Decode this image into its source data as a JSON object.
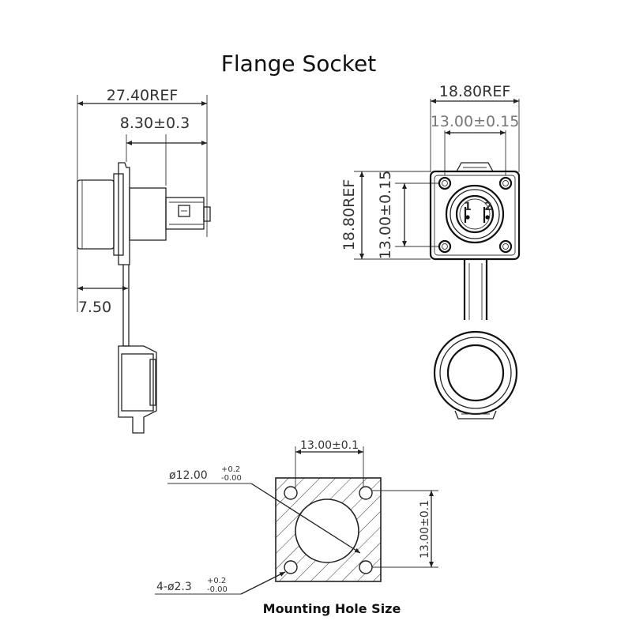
{
  "title": "Flange Socket",
  "side_view": {
    "overall_length": "27.40REF",
    "rear_length": "8.30±0.3",
    "front_length": "7.50"
  },
  "front_view": {
    "flange_width": "18.80REF",
    "hole_spacing_h": "13.00±0.15",
    "flange_height": "18.80REF",
    "hole_spacing_v": "13.00±0.15",
    "pin_labels": [
      "1",
      "2"
    ]
  },
  "mounting": {
    "caption": "Mounting Hole Size",
    "hole_spacing_h": "13.00±0.1",
    "hole_spacing_v": "13.00±0.1",
    "center_hole_prefix": "ø12.00",
    "center_hole_tol_upper": "+0.2",
    "center_hole_tol_lower": "-0.00",
    "screw_hole_prefix": "4-ø2.3",
    "screw_hole_tol_upper": "+0.2",
    "screw_hole_tol_lower": "-0.00"
  }
}
